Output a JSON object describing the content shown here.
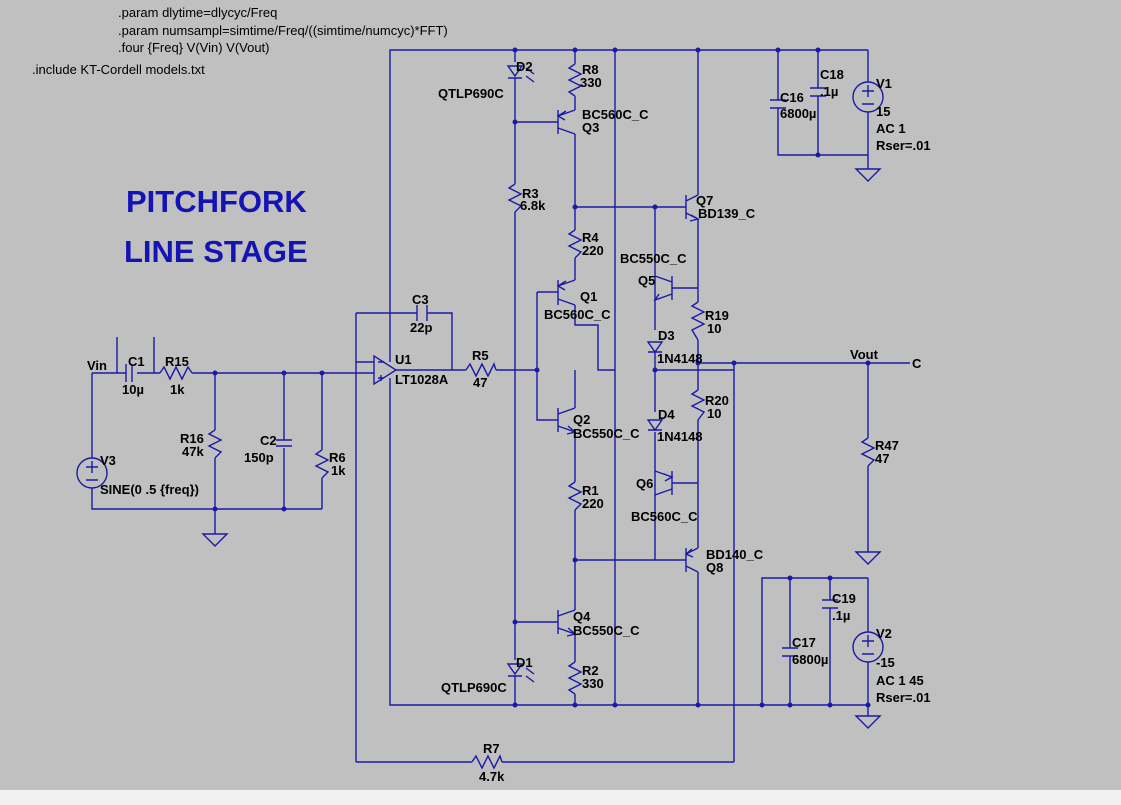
{
  "directives": [
    ".param dlytime=dlycyc/Freq",
    ".param numsampl=simtime/Freq/((simtime/numcyc)*FFT)",
    ".four {Freq} V(Vin) V(Vout)",
    ".include KT-Cordell models.txt"
  ],
  "title": {
    "line1": "PITCHFORK",
    "line2": "LINE STAGE"
  },
  "nets": {
    "vin": "Vin",
    "vout": "Vout",
    "c": "C"
  },
  "parts": {
    "c1": {
      "name": "C1",
      "value": "10µ"
    },
    "r15": {
      "name": "R15",
      "value": "1k"
    },
    "r16": {
      "name": "R16",
      "value": "47k"
    },
    "c2": {
      "name": "C2",
      "value": "150p"
    },
    "r6": {
      "name": "R6",
      "value": "1k"
    },
    "v3": {
      "name": "V3",
      "value": "SINE(0 .5 {freq})"
    },
    "c3": {
      "name": "C3",
      "value": "22p"
    },
    "u1": {
      "name": "U1",
      "value": "LT1028A"
    },
    "r5": {
      "name": "R5",
      "value": "47"
    },
    "r7": {
      "name": "R7",
      "value": "4.7k"
    },
    "d2": {
      "name": "D2",
      "value": "QTLP690C"
    },
    "d1": {
      "name": "D1",
      "value": "QTLP690C"
    },
    "r3": {
      "name": "R3",
      "value": "6.8k"
    },
    "r8": {
      "name": "R8",
      "value": "330"
    },
    "q3": {
      "name": "Q3",
      "value": "BC560C_C"
    },
    "r4": {
      "name": "R4",
      "value": "220"
    },
    "q1": {
      "name": "Q1",
      "value": "BC560C_C"
    },
    "q2": {
      "name": "Q2",
      "value": "BC550C_C"
    },
    "r1": {
      "name": "R1",
      "value": "220"
    },
    "q4": {
      "name": "Q4",
      "value": "BC550C_C"
    },
    "r2": {
      "name": "R2",
      "value": "330"
    },
    "q7": {
      "name": "Q7",
      "value": "BD139_C"
    },
    "q5": {
      "name": "Q5",
      "value": "BC550C_C"
    },
    "r19": {
      "name": "R19",
      "value": "10"
    },
    "d3": {
      "name": "D3",
      "value": "1N4148"
    },
    "d4": {
      "name": "D4",
      "value": "1N4148"
    },
    "r20": {
      "name": "R20",
      "value": "10"
    },
    "q6": {
      "name": "Q6",
      "value": "BC560C_C"
    },
    "q8": {
      "name": "Q8",
      "value": "BD140_C"
    },
    "r47": {
      "name": "R47",
      "value": "47"
    },
    "c16": {
      "name": "C16",
      "value": "6800µ"
    },
    "c18": {
      "name": "C18",
      "value": ".1µ"
    },
    "v1": {
      "name": "V1",
      "value": "15",
      "ac": "AC 1",
      "rser": "Rser=.01"
    },
    "c17": {
      "name": "C17",
      "value": "6800µ"
    },
    "c19": {
      "name": "C19",
      "value": ".1µ"
    },
    "v2": {
      "name": "V2",
      "value": "-15",
      "ac": "AC 1 45",
      "rser": "Rser=.01"
    }
  }
}
